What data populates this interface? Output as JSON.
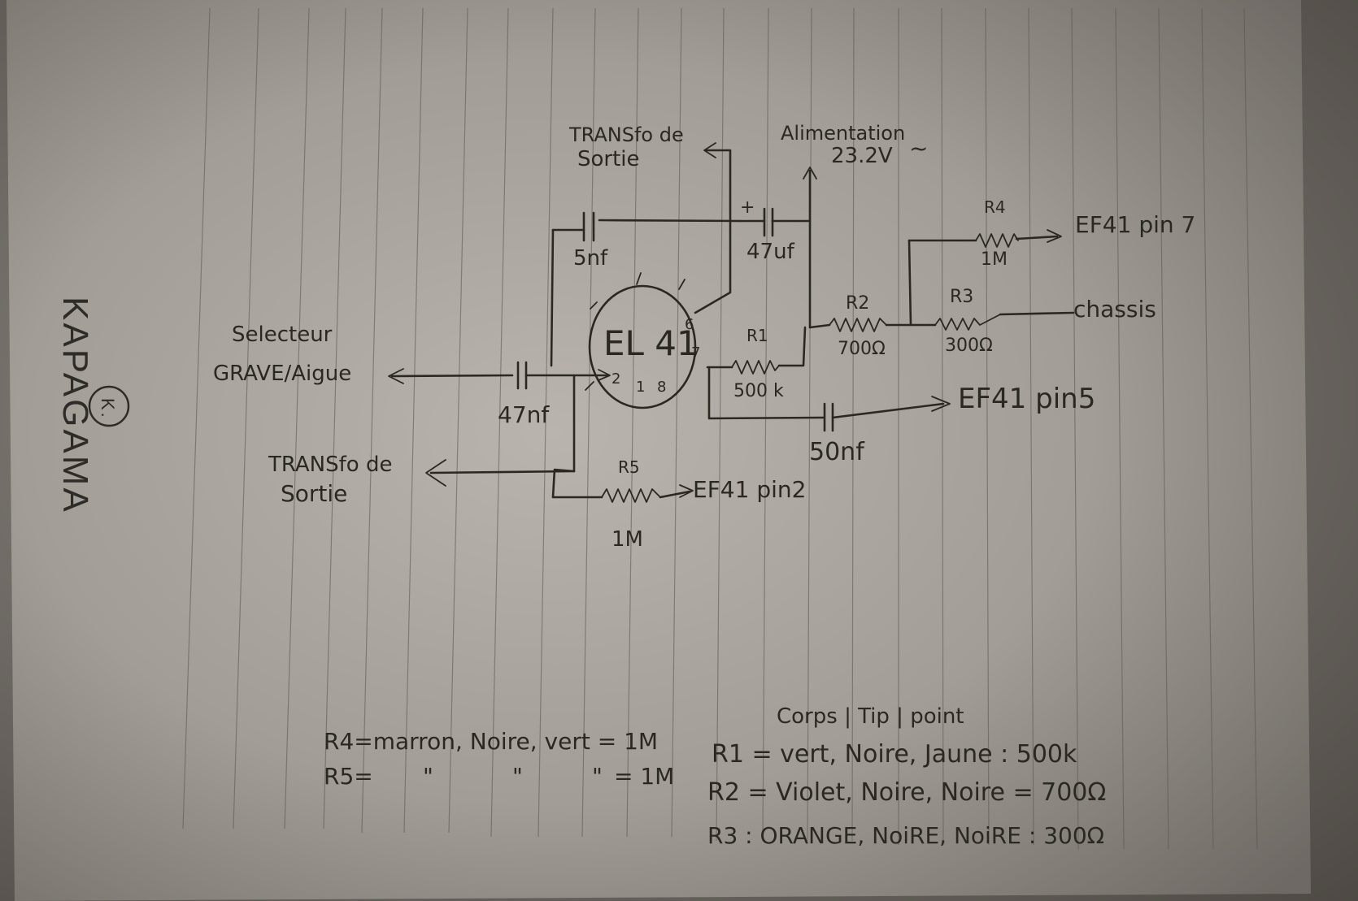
{
  "brand": {
    "name": "KAPAGAMA",
    "logo_letter": "K."
  },
  "tube": {
    "name": "EL 41",
    "pin_6": "6",
    "pin_7": "7",
    "pin_2": "2",
    "pin_1": "1",
    "pin_8": "8"
  },
  "labels": {
    "transfo_top_line1": "TRANSfo de",
    "transfo_top_line2": "Sortie",
    "alimentation_line1": "Alimentation",
    "alimentation_line2": "23.2V",
    "ac_symbol": "~",
    "selecteur_line1": "Selecteur",
    "selecteur_line2": "GRAVE/Aigue",
    "transfo_left_line1": "TRANSfo de",
    "transfo_left_line2": "Sortie",
    "ef41_pin7": "EF41 pin 7",
    "chassis": "chassis",
    "ef41_pin5": "EF41 pin5",
    "ef41_pin2": "EF41 pin2"
  },
  "components": {
    "c_5nf": "5nf",
    "c_47uf": "47uf",
    "c_47nf": "47nf",
    "c_50nf": "50nf",
    "c_plus": "+",
    "r1_name": "R1",
    "r1_value": "500 k",
    "r2_name": "R2",
    "r2_value": "700Ω",
    "r3_name": "R3",
    "r3_value": "300Ω",
    "r4_name": "R4",
    "r4_value": "1M",
    "r5_name": "R5",
    "r5_value": "1M"
  },
  "notes": {
    "header": "Corps | Tip | point",
    "r4": "R4=marron, Noire, vert = 1M",
    "r5_prefix": "R5=",
    "ditto": "\"",
    "r5_value": "= 1M",
    "r1": "R1 = vert, Noire, Jaune : 500k",
    "r2": "R2 = Violet, Noire, Noire = 700Ω",
    "r3": "R3 : ORANGE, NoiRE, NoiRE : 300Ω"
  },
  "colors": {
    "ink": "#2b2723",
    "paper_light": "#b3aea7",
    "paper_dark": "#6c6762"
  }
}
